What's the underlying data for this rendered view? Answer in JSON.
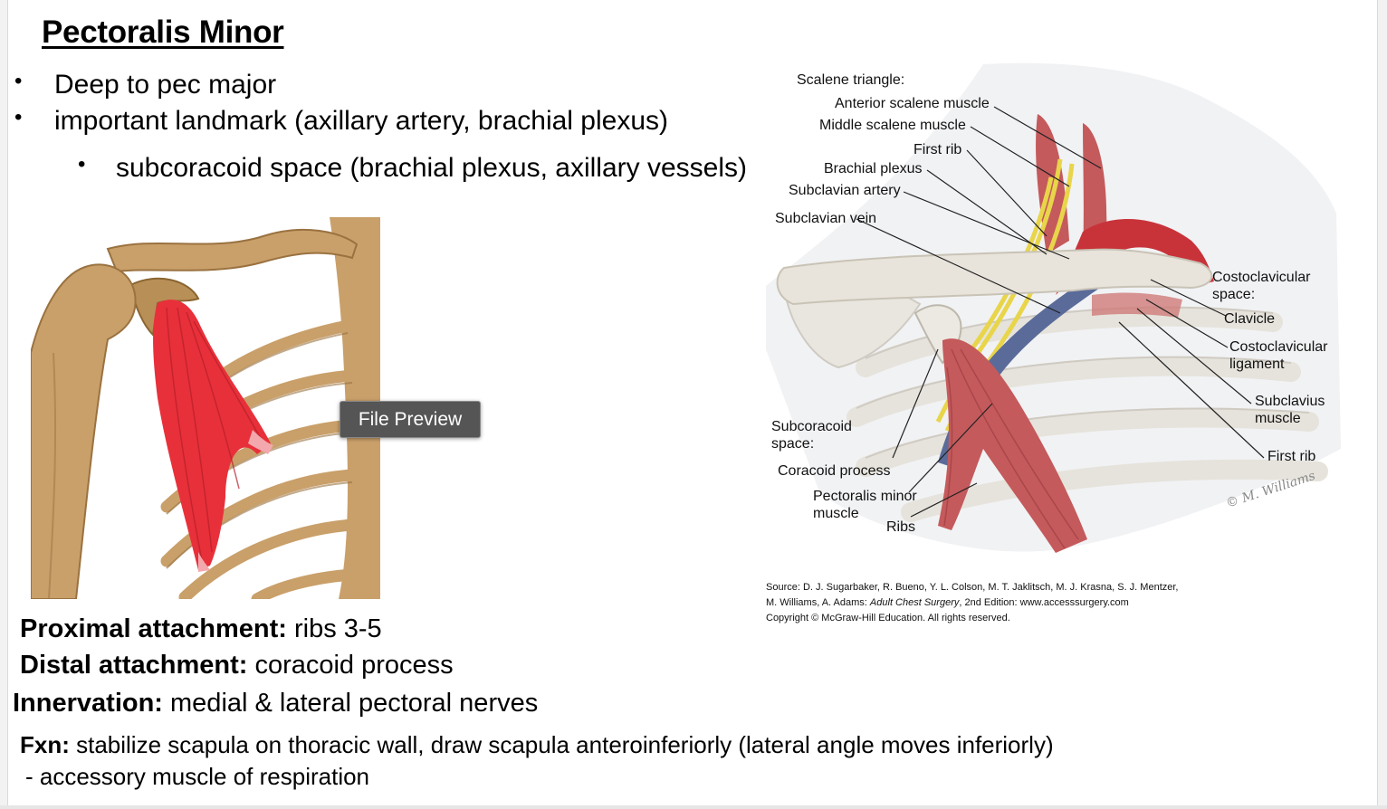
{
  "title": "Pectoralis Minor",
  "bullets": [
    "Deep to pec major",
    "important landmark (axillary artery, brachial plexus)",
    "subcoracoid space (brachial plexus, axillary vessels)"
  ],
  "bullet_char": "•",
  "preview_button": "File Preview",
  "attachments": {
    "proximal_label": "Proximal attachment:",
    "proximal_value": " ribs 3-5",
    "distal_label": "Distal attachment:",
    "distal_value": " coracoid process",
    "innervation_label": "Innervation:",
    "innervation_value": " medial & lateral pectoral nerves",
    "fxn_label": "Fxn:",
    "fxn_value": " stabilize scapula on thoracic wall, draw scapula anteroinferiorly (lateral angle moves inferiorly)",
    "accessory": " - accessory muscle of respiration"
  },
  "figure_labels": {
    "scalene_triangle": "Scalene triangle:",
    "anterior_scalene": "Anterior scalene muscle",
    "middle_scalene": "Middle scalene muscle",
    "first_rib_top": "First rib",
    "brachial_plexus": "Brachial plexus",
    "subclavian_artery": "Subclavian artery",
    "subclavian_vein": "Subclavian vein",
    "costoclavicular_space_1": "Costoclavicular",
    "costoclavicular_space_2": "space:",
    "clavicle": "Clavicle",
    "costoclavicular_ligament_1": "Costoclavicular",
    "costoclavicular_ligament_2": "ligament",
    "subclavius_1": "Subclavius",
    "subclavius_2": "muscle",
    "first_rib_right": "First rib",
    "subcoracoid_1": "Subcoracoid",
    "subcoracoid_2": "space:",
    "coracoid_process": "Coracoid process",
    "pec_minor_1": "Pectoralis minor",
    "pec_minor_2": "muscle",
    "ribs": "Ribs",
    "signature": "© M. Williams"
  },
  "source": {
    "line1": "Source: D. J. Sugarbaker, R. Bueno, Y. L. Colson, M. T. Jaklitsch, M. J. Krasna, S. J. Mentzer,",
    "line2_a": "M. Williams, A. Adams: ",
    "line2_b": "Adult Chest Surgery",
    "line2_c": ", 2nd Edition: www.accesssurgery.com",
    "line3": "Copyright © McGraw-Hill Education. All rights reserved."
  },
  "colors": {
    "muscle_red": "#e8303a",
    "bone": "#c9a06a",
    "fig_muscle": "#c45a5c",
    "nerve_yellow": "#e8d54a",
    "vein_blue": "#5a6b9a",
    "preview_bg": "#555555"
  }
}
